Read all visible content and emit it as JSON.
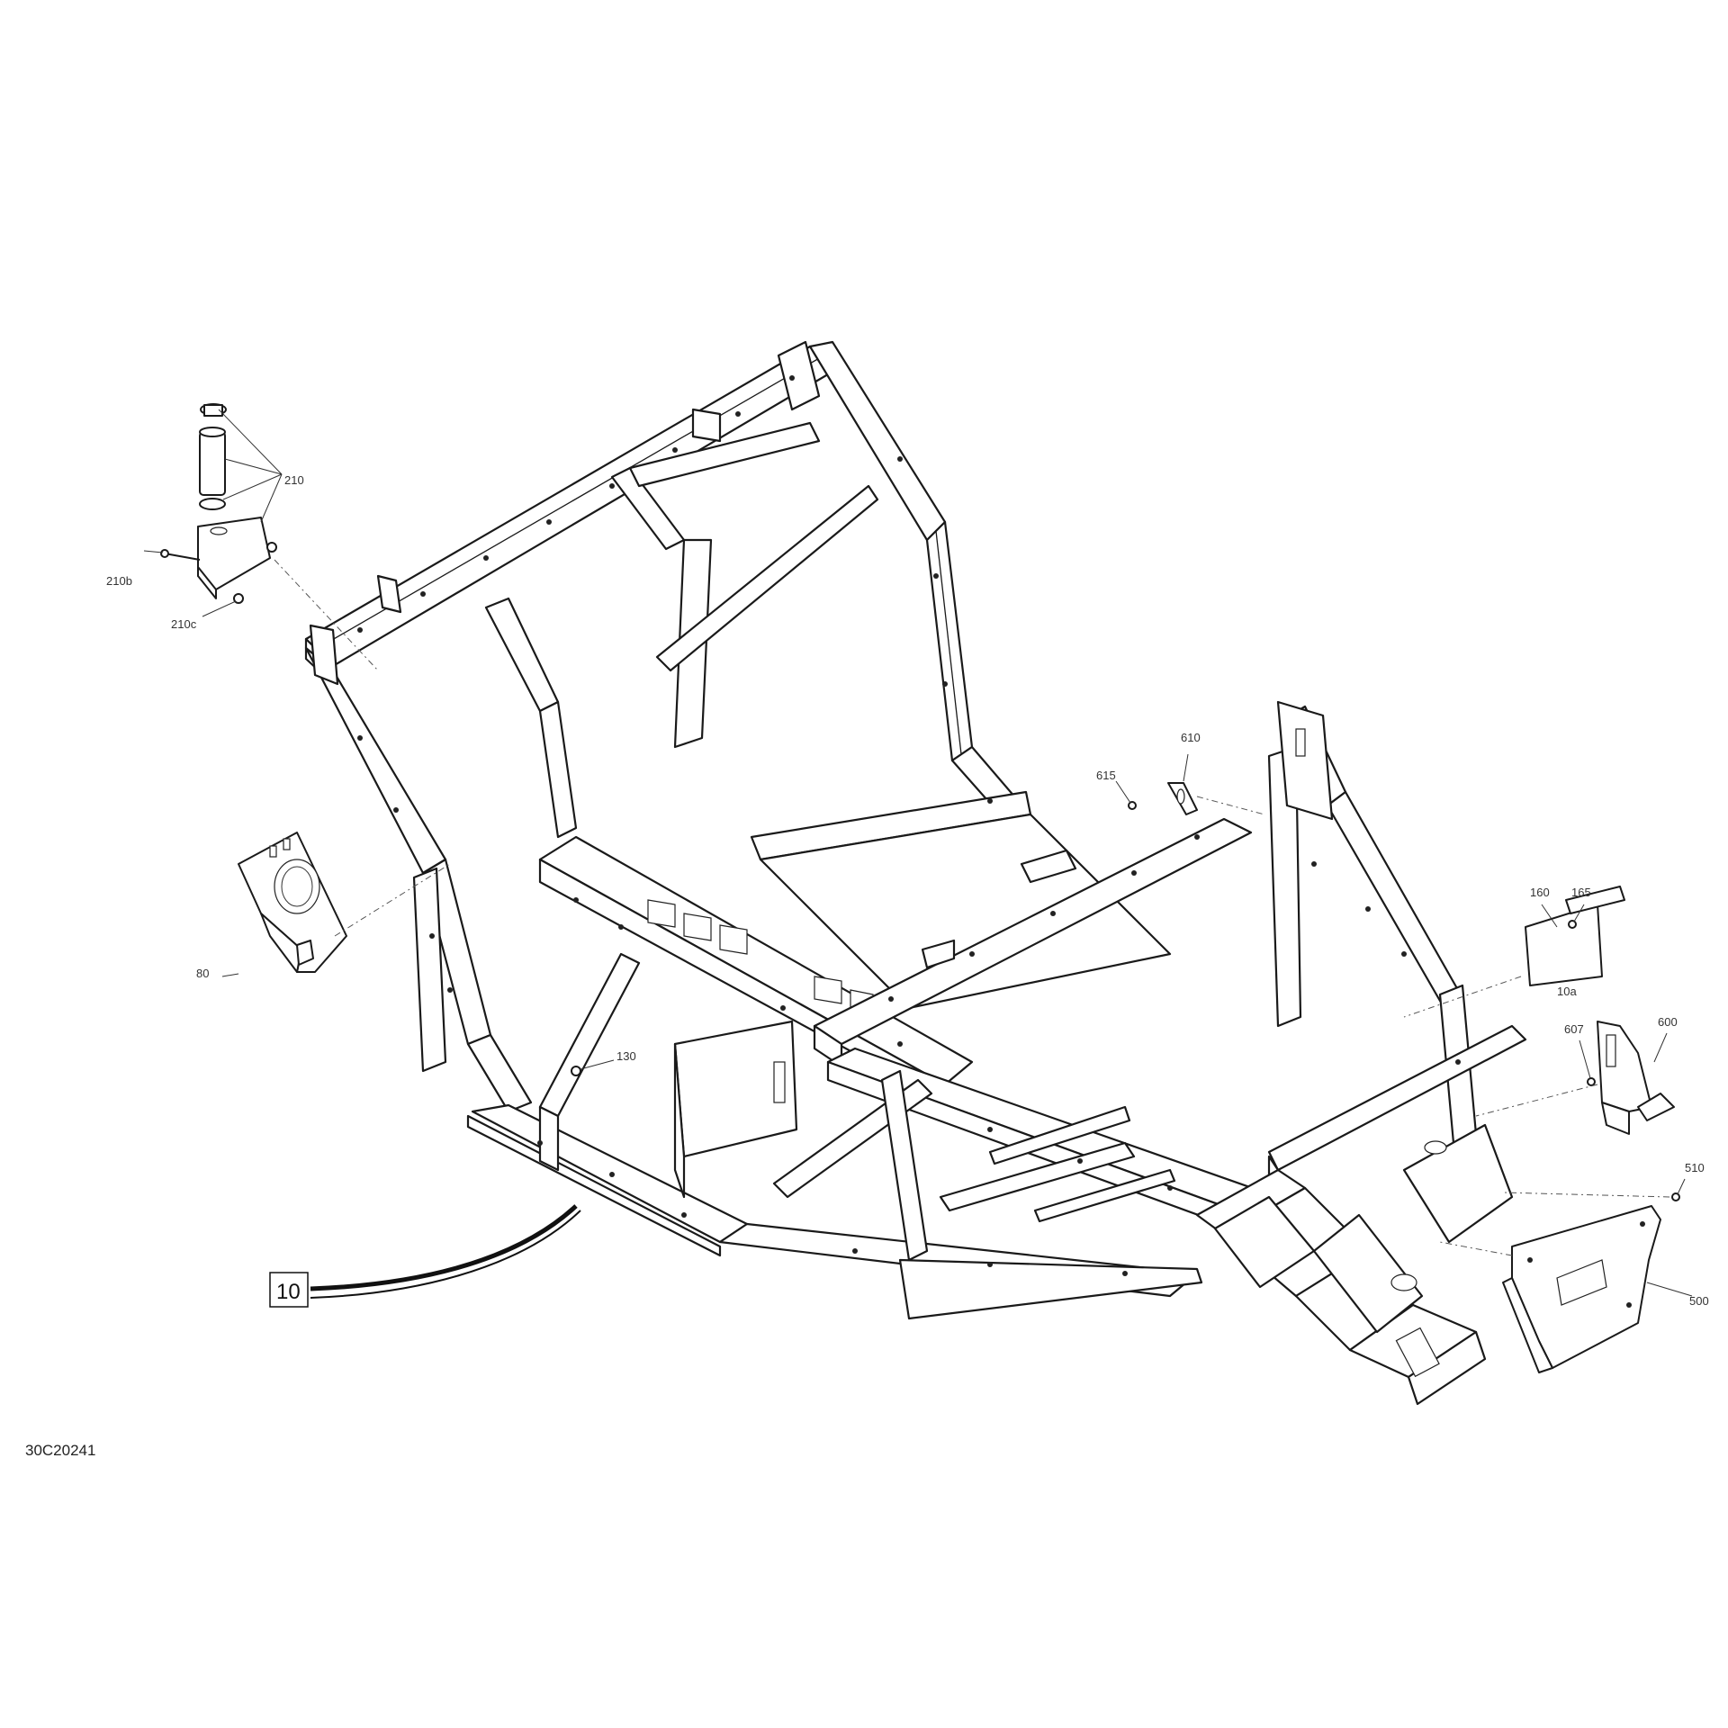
{
  "drawing_code": "30C20241",
  "callout_box": "10",
  "callouts": {
    "p210": "210",
    "p210b": "210b",
    "p210c": "210c",
    "p80": "80",
    "p130": "130",
    "p615": "615",
    "p610": "610",
    "p160": "160",
    "p165": "165",
    "p10a": "10a",
    "p607": "607",
    "p600": "600",
    "p510": "510",
    "p500": "500"
  }
}
